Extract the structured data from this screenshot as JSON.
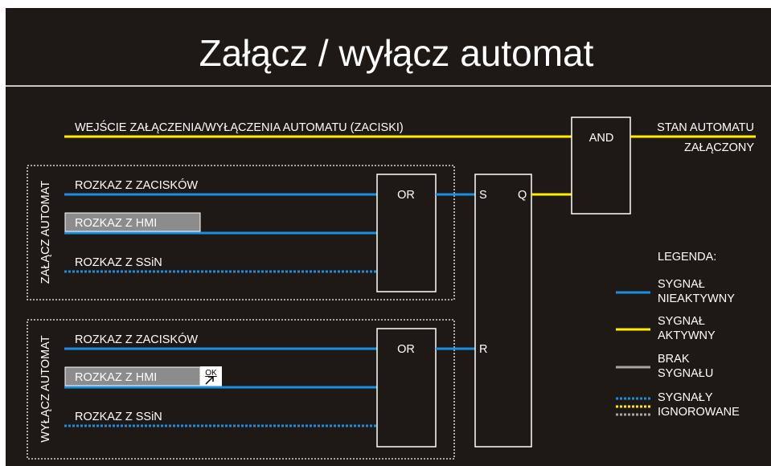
{
  "title": "Załącz / wyłącz automat",
  "colors": {
    "background": "#1e1915",
    "signal_inactive": "#1a8fe0",
    "signal_active": "#ffee00",
    "signal_missing": "#a6a6a6",
    "frame": "#ffffff"
  },
  "top_input": {
    "label": "WEJŚCIE ZAŁĄCZENIA/WYŁĄCZENIA  AUTOMATU (ZACISKI)",
    "state": "active"
  },
  "output": {
    "label_line1": "STAN AUTOMATU",
    "label_line2": "ZAŁĄCZONY",
    "state": "active"
  },
  "groups": [
    {
      "title": "ZAŁĄCZ AUTOMAT",
      "gate": "OR",
      "inputs": [
        {
          "label": "ROZKAZ Z ZACISKÓW",
          "state": "inactive"
        },
        {
          "label": "ROZKAZ Z HMI",
          "state": "inactive",
          "type": "hmi-button"
        },
        {
          "label": "ROZKAZ Z SSiN",
          "state": "ignored"
        }
      ]
    },
    {
      "title": "WYŁĄCZ AUTOMAT",
      "gate": "OR",
      "inputs": [
        {
          "label": "ROZKAZ Z ZACISKÓW",
          "state": "inactive"
        },
        {
          "label": "ROZKAZ Z HMI",
          "state": "inactive",
          "type": "hmi-button",
          "ok_icon": "OK"
        },
        {
          "label": "ROZKAZ Z SSiN",
          "state": "ignored"
        }
      ]
    }
  ],
  "flipflop": {
    "set": "S",
    "reset": "R",
    "output": "Q"
  },
  "and_gate": "AND",
  "legend": {
    "title": "LEGENDA:",
    "items": [
      {
        "line1": "SYGNAŁ",
        "line2": "NIEAKTYWNY",
        "style": "inactive"
      },
      {
        "line1": "SYGNAŁ",
        "line2": "AKTYWNY",
        "style": "active"
      },
      {
        "line1": "BRAK",
        "line2": "SYGNAŁU",
        "style": "missing"
      },
      {
        "line1": "SYGNAŁY",
        "line2": "IGNOROWANE",
        "style": "ignored"
      }
    ]
  }
}
